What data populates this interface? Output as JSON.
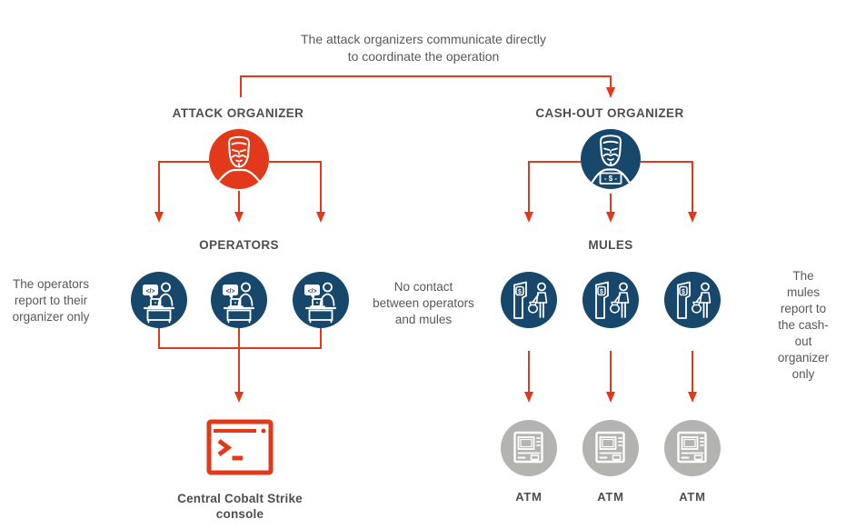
{
  "colors": {
    "accent_red": "#E2391B",
    "navy": "#17476B",
    "atm_gray": "#B3B3B0",
    "text_gray": "#58585A",
    "heading_gray": "#4D4E50"
  },
  "captions": {
    "top": "The attack organizers communicate directly\nto coordinate the operation"
  },
  "nodes": {
    "attack_organizer": {
      "label": "ATTACK ORGANIZER"
    },
    "cashout_organizer": {
      "label": "CASH-OUT ORGANIZER",
      "badge_text": "- $ -"
    },
    "operators": {
      "label": "OPERATORS"
    },
    "mules": {
      "label": "MULES"
    },
    "console": {
      "label": "Central Cobalt Strike\nconsole"
    },
    "atms": {
      "labels": [
        "ATM",
        "ATM",
        "ATM"
      ]
    }
  },
  "notes": {
    "left": "The operators\nreport to their\norganizer only",
    "middle": "No contact\nbetween operators\nand mules",
    "right": "The mules\nreport to\nthe cash-out\norganizer only"
  },
  "icons": {
    "operator_bubble_text": "</>",
    "mule_dollar": "$"
  }
}
